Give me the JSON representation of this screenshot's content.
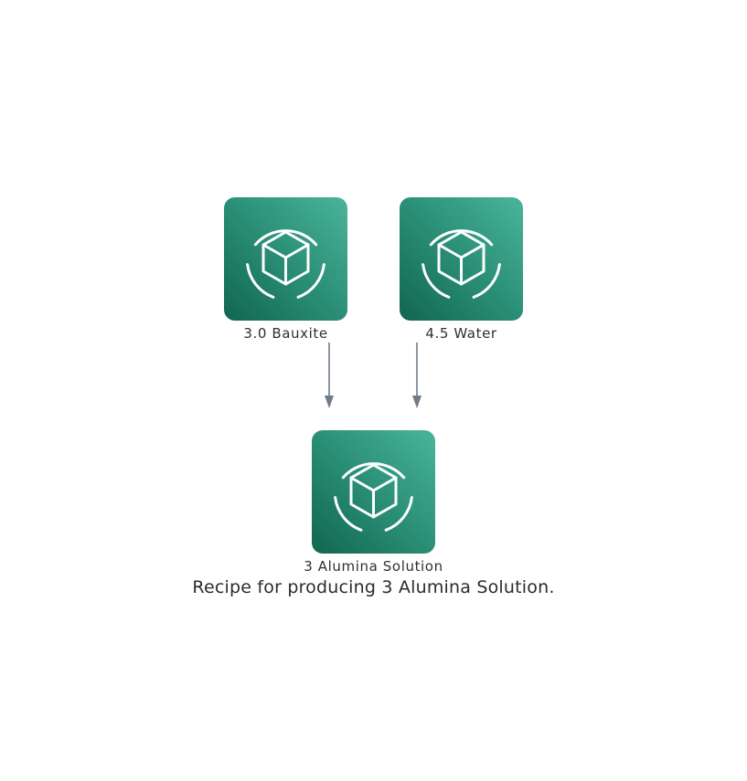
{
  "diagram": {
    "caption": "Recipe for producing 3 Alumina Solution.",
    "accent_color": "#2a8f76",
    "edge_color": "#6e7b88",
    "nodes": [
      {
        "id": "bauxite",
        "label": "3.0 Bauxite",
        "icon": "resource-cube-icon"
      },
      {
        "id": "water",
        "label": "4.5 Water",
        "icon": "resource-cube-icon"
      },
      {
        "id": "alumina_solution",
        "label": "3 Alumina Solution",
        "icon": "resource-cube-icon"
      }
    ],
    "edges": [
      {
        "from": "bauxite",
        "to": "alumina_solution"
      },
      {
        "from": "water",
        "to": "alumina_solution"
      }
    ]
  }
}
